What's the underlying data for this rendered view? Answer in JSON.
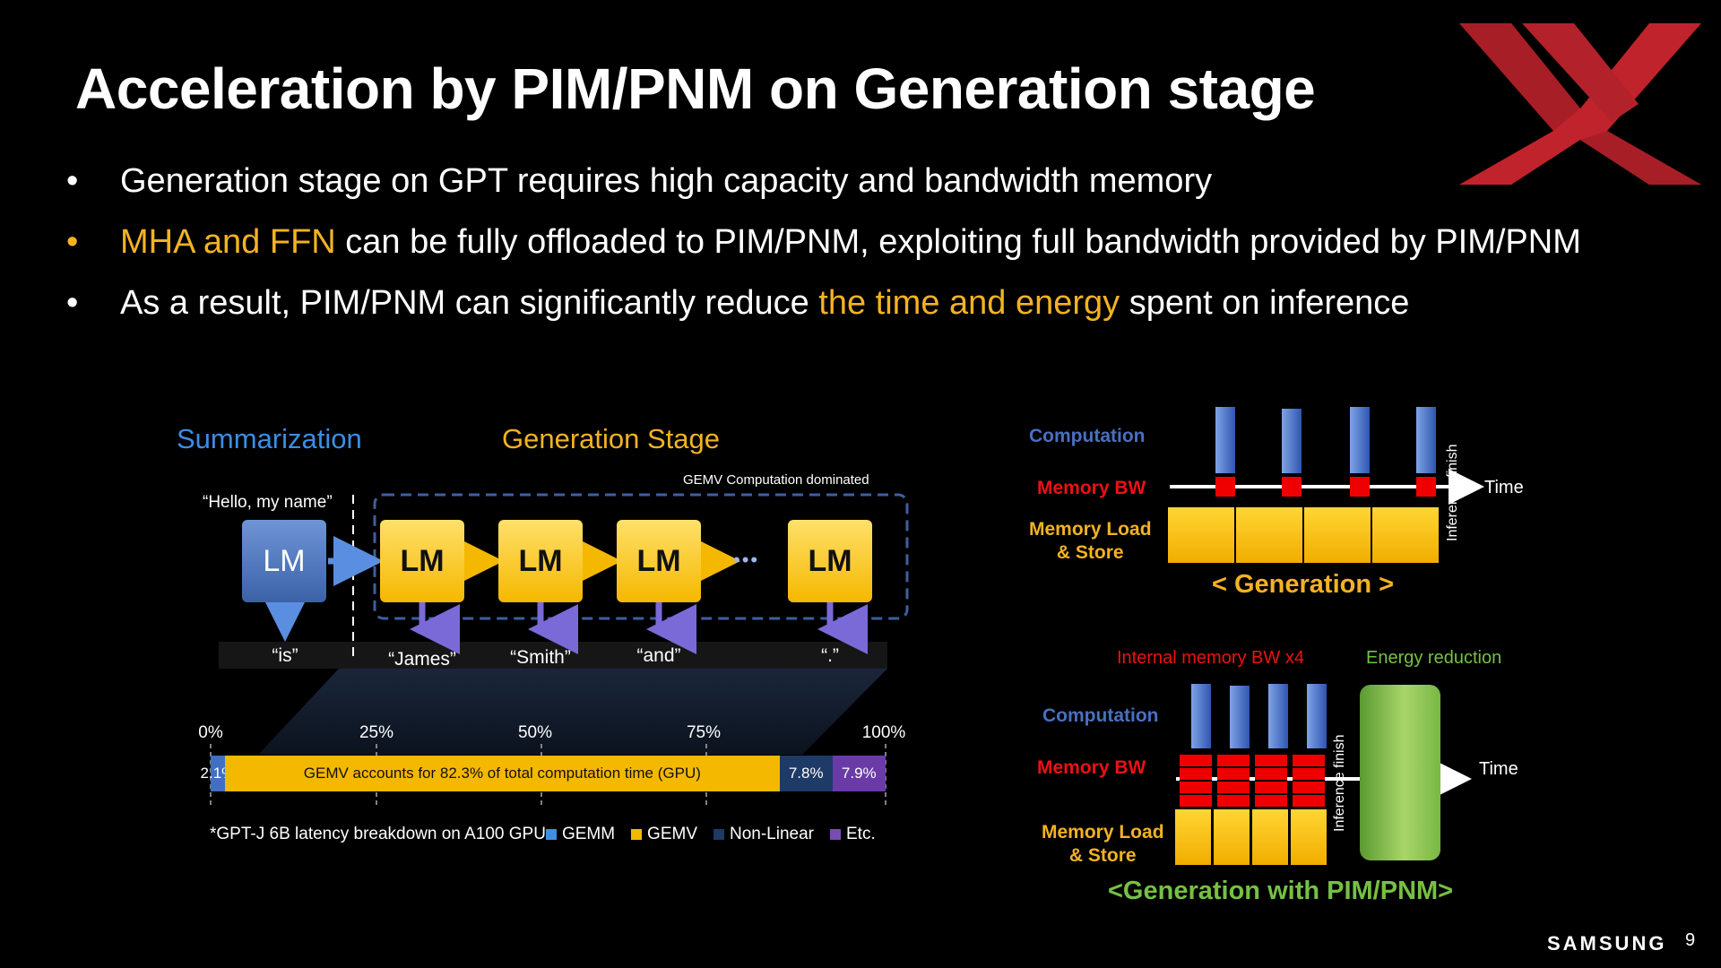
{
  "slide": {
    "title": "Acceleration by PIM/PNM on Generation stage",
    "page_number": "9",
    "brand": "SAMSUNG",
    "bullets": [
      {
        "text": "Generation stage on GPT requires high capacity and bandwidth memory"
      },
      {
        "hl": "MHA and FFN",
        "text": " can be fully offloaded to PIM/PNM, exploiting full bandwidth provided by PIM/PNM"
      },
      {
        "pre": "As a result, PIM/PNM can significantly reduce ",
        "hl": "the time and energy",
        "post": " spent on inference"
      }
    ]
  },
  "left_diagram": {
    "summarization_title": "Summarization",
    "generation_title": "Generation Stage",
    "prompt": "“Hello, my name”",
    "gemv_note": "GEMV Computation dominated",
    "lm_label": "LM",
    "ellipsis": "•••",
    "tokens": [
      "“is”",
      "“James”",
      "“Smith”",
      "“and”",
      "“.”"
    ],
    "percent_ticks": [
      "0%",
      "25%",
      "50%",
      "75%",
      "100%"
    ],
    "breakdown": [
      {
        "name": "GEMM",
        "value": 2.1,
        "label": "2.1%",
        "color": "#3f6fc7"
      },
      {
        "name": "GEMV",
        "value": 82.3,
        "label": "GEMV accounts for 82.3% of total computation time (GPU)",
        "color": "#f5b800"
      },
      {
        "name": "Non-Linear",
        "value": 7.8,
        "label": "7.8%",
        "color": "#1e3a66"
      },
      {
        "name": "Etc.",
        "value": 7.9,
        "label": "7.9%",
        "color": "#6a3aa8"
      }
    ],
    "footnote": "*GPT-J 6B latency breakdown on A100 GPU",
    "legend": [
      "GEMM",
      "GEMV",
      "Non-Linear",
      "Etc."
    ],
    "legend_colors": [
      "#3f8ee6",
      "#f5b800",
      "#1e3a66",
      "#7a4bb5"
    ]
  },
  "right_top": {
    "computation": "Computation",
    "memory_bw": "Memory BW",
    "memory_load": "Memory Load",
    "and_store": "& Store",
    "time": "Time",
    "inference_finish": "Inference finish",
    "caption": "< Generation >"
  },
  "right_bottom": {
    "internal_bw": "Internal memory BW x4",
    "energy_reduction": "Energy reduction",
    "computation": "Computation",
    "memory_bw": "Memory BW",
    "memory_load": "Memory Load",
    "and_store": "& Store",
    "time": "Time",
    "inference_finish": "Inference finish",
    "caption": "<Generation with PIM/PNM>"
  },
  "colors": {
    "accent_orange": "#f4b223",
    "summarization_blue": "#3a8ee6",
    "label_blue": "#4a6fc0",
    "red": "#ee1111",
    "green": "#76c043"
  }
}
